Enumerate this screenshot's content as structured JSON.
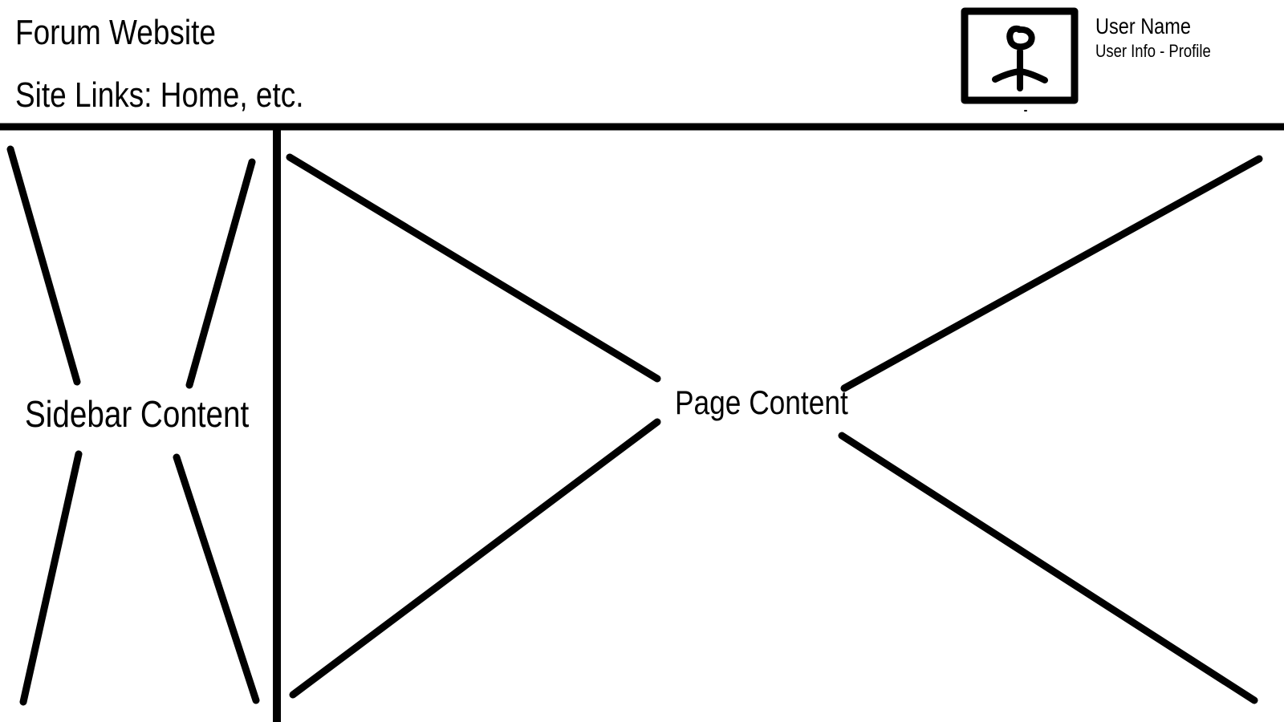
{
  "header": {
    "site_title": "Forum Website",
    "site_links": "Site Links: Home, etc.",
    "user": {
      "name": "User Name",
      "info": "User Info - Profile",
      "avatar_icon": "stick-figure-avatar-icon"
    }
  },
  "sidebar": {
    "label": "Sidebar Content",
    "placeholder_icon": "x-placeholder-icon"
  },
  "main": {
    "label": "Page Content",
    "placeholder_icon": "x-placeholder-icon"
  },
  "colors": {
    "ink": "#000000",
    "background": "#ffffff"
  }
}
